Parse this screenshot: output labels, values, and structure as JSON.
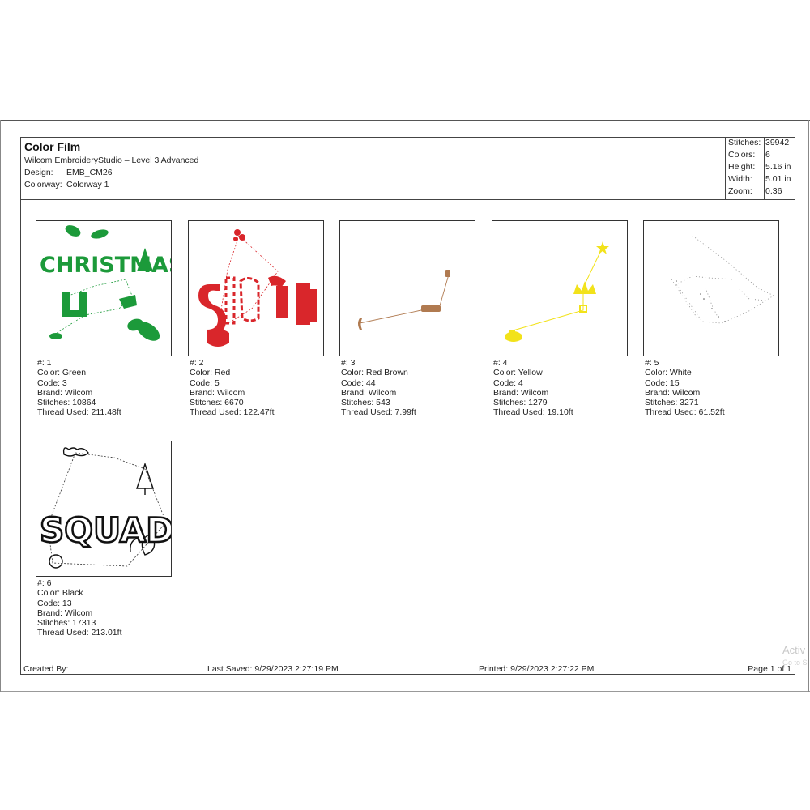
{
  "header": {
    "title": "Color Film",
    "software": "Wilcom EmbroideryStudio – Level 3 Advanced",
    "design_label": "Design:",
    "design_value": "EMB_CM26",
    "colorway_label": "Colorway:",
    "colorway_value": "Colorway 1"
  },
  "stats": [
    {
      "label": "Stitches:",
      "value": "39942"
    },
    {
      "label": "Colors:",
      "value": "6"
    },
    {
      "label": "Height:",
      "value": "5.16 in"
    },
    {
      "label": "Width:",
      "value": "5.01 in"
    },
    {
      "label": "Zoom:",
      "value": "0.36"
    }
  ],
  "colors": [
    {
      "number": "#: 1",
      "color": "Color: Green",
      "code": "Code: 3",
      "brand": "Brand: Wilcom",
      "stitches": "Stitches: 10864",
      "thread": "Thread Used: 211.48ft",
      "hex": "#1c9a3a",
      "preview_text": "CHRISTMAS"
    },
    {
      "number": "#: 2",
      "color": "Color: Red",
      "code": "Code: 5",
      "brand": "Brand: Wilcom",
      "stitches": "Stitches: 6670",
      "thread": "Thread Used: 122.47ft",
      "hex": "#d9262b"
    },
    {
      "number": "#: 3",
      "color": "Color: Red Brown",
      "code": "Code: 44",
      "brand": "Brand: Wilcom",
      "stitches": "Stitches: 543",
      "thread": "Thread Used: 7.99ft",
      "hex": "#b07a50"
    },
    {
      "number": "#: 4",
      "color": "Color: Yellow",
      "code": "Code: 4",
      "brand": "Brand: Wilcom",
      "stitches": "Stitches: 1279",
      "thread": "Thread Used: 19.10ft",
      "hex": "#f2e21a"
    },
    {
      "number": "#: 5",
      "color": "Color: White",
      "code": "Code: 15",
      "brand": "Brand: Wilcom",
      "stitches": "Stitches: 3271",
      "thread": "Thread Used: 61.52ft",
      "hex": "#9a9a9a"
    },
    {
      "number": "#: 6",
      "color": "Color: Black",
      "code": "Code: 13",
      "brand": "Brand: Wilcom",
      "stitches": "Stitches: 17313",
      "thread": "Thread Used: 213.01ft",
      "hex": "#111111",
      "preview_text": "SQUAD"
    }
  ],
  "footer": {
    "created_by": "Created By:",
    "last_saved": "Last Saved: 9/29/2023 2:27:19 PM",
    "printed": "Printed: 9/29/2023 2:27:22 PM",
    "page": "Page 1 of 1"
  },
  "watermark": {
    "line1": "Activ",
    "line2": "Go to S"
  }
}
